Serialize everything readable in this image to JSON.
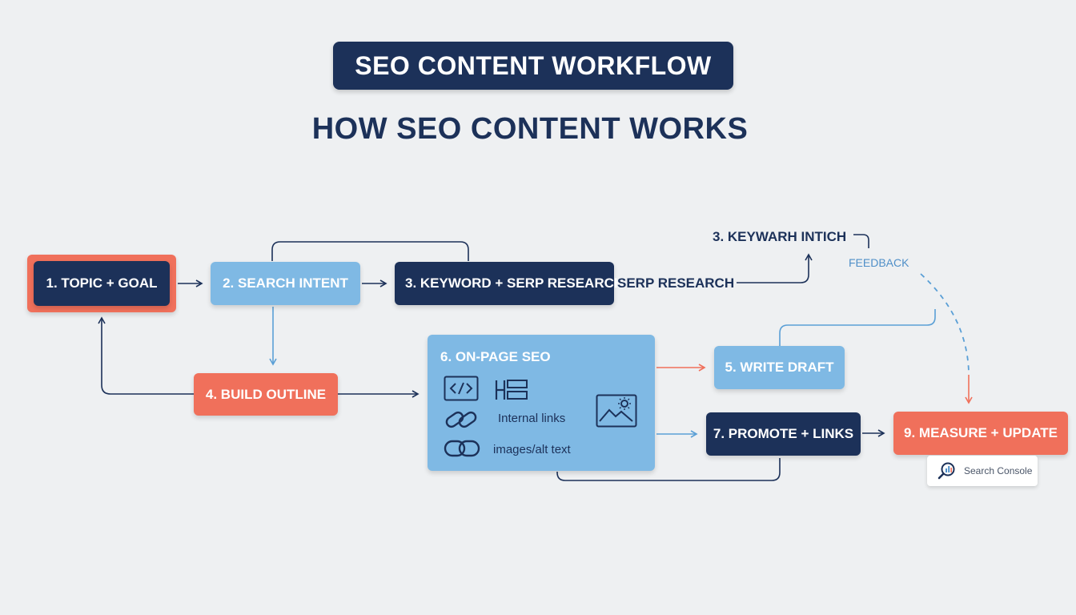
{
  "header": {
    "title": "SEO CONTENT WORKFLOW",
    "subtitle": "HOW SEO CONTENT WORKS"
  },
  "steps": {
    "topic_goal": "1. TOPIC + GOAL",
    "search_intent": "2. SEARCH INTENT",
    "keyword_research": "3. KEYWORD + SERP RESEARCH",
    "serp_research_overflow": "SERP RESEARCH",
    "keywarh_intich": "3. KEYWARH INTICH",
    "build_outline": "4. BUILD OUTLINE",
    "write_draft": "5. WRITE DRAFT",
    "on_page_seo": "6. ON-PAGE SEO",
    "promote_links": "7. PROMOTE + LINKS",
    "measure_update": "9. MEASURE + UPDATE"
  },
  "on_page_items": {
    "internal_links": "Internal links",
    "images_alt": "images/alt text"
  },
  "feedback_label": "FEEDBACK",
  "tool_badge": {
    "label": "Search Console",
    "icon": "search-console-icon"
  },
  "icons": [
    "code-icon",
    "heading-icon",
    "link-icon",
    "chain-icon",
    "image-icon",
    "magnifier-chart-icon"
  ],
  "colors": {
    "navy": "#1c3159",
    "light_blue": "#7fb9e4",
    "coral": "#f0705b",
    "background": "#eef0f2"
  }
}
